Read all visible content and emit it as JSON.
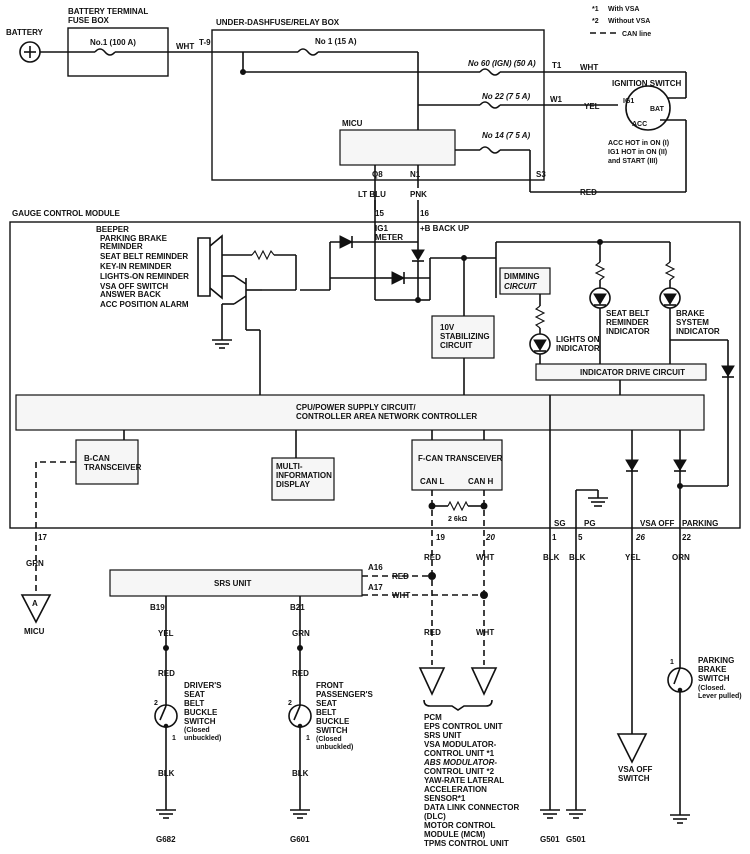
{
  "legend": {
    "star1": "*1",
    "with_vsa": "With VSA",
    "star2": "*2",
    "without_vsa": "Without VSA",
    "can_line": "CAN line"
  },
  "battery": {
    "label": "BATTERY"
  },
  "batt_fuse_box": {
    "title1": "BATTERY TERMINAL",
    "title2": "FUSE BOX",
    "fuse": "No.1 (100 A)"
  },
  "underdash": {
    "title": "UNDER-DASHFUSE/RELAY BOX",
    "fuse1": "No 1 (15 A)",
    "fuse60": "No 60 (IGN) (50 A)",
    "fuse22": "No 22 (7 5 A)",
    "fuse14": "No 14 (7 5 A)",
    "micu": "MICU",
    "t9": "T-9",
    "t1": "T1",
    "w1": "W1",
    "s3": "S3",
    "q8": "Q8",
    "n1": "N1"
  },
  "ign_switch": {
    "title": "IGNITION SWITCH",
    "ig1": "IG1",
    "bat": "BAT",
    "acc": "ACC",
    "note1": "ACC HOT in ON (I)",
    "note2": "IG1 HOT in ON (II)",
    "note3": "and START (III)"
  },
  "wires": {
    "wht1": "WHT",
    "wht2": "WHT",
    "yel": "YEL",
    "red": "RED",
    "ltblu": "LT BLU",
    "pnk": "PNK",
    "n15": "15",
    "n16": "16",
    "ig1meter1": "IG1",
    "ig1meter2": "METER",
    "backup": "+B BACK UP"
  },
  "gcm": {
    "title": "GAUGE CONTROL MODULE",
    "beeper": "BEEPER",
    "beeper_items": [
      "PARKING BRAKE",
      "REMINDER",
      "SEAT BELT REMINDER",
      "KEY-IN REMINDER",
      "LIGHTS-ON REMINDER",
      "VSA OFF SWITCH",
      "ANSWER BACK",
      "ACC POSITION ALARM"
    ],
    "dimming1": "DIMMING",
    "dimming2": "CIRCUIT",
    "stab1": "10V",
    "stab2": "STABILIZING",
    "stab3": "CIRCUIT",
    "lightson1": "LIGHTS ON",
    "lightson2": "INDICATOR",
    "seatbelt1": "SEAT BELT",
    "seatbelt2": "REMINDER",
    "seatbelt3": "INDICATOR",
    "brake1": "BRAKE",
    "brake2": "SYSTEM",
    "brake3": "INDICATOR",
    "drive": "INDICATOR DRIVE CIRCUIT",
    "cpu1": "CPU/POWER SUPPLY CIRCUIT/",
    "cpu2": "CONTROLLER AREA NETWORK CONTROLLER",
    "bcan1": "B-CAN",
    "bcan2": "TRANSCEIVER",
    "mid1": "MULTI-",
    "mid2": "INFORMATION",
    "mid3": "DISPLAY",
    "fcan": "F-CAN TRANSCEIVER",
    "canl": "CAN L",
    "canh": "CAN H",
    "res": "2 6kΩ",
    "sg": "SG",
    "pg": "PG",
    "vsaoff": "VSA OFF",
    "parking": "PARKING"
  },
  "pins": {
    "p17": "17",
    "p19": "19",
    "p20": "20",
    "p1": "1",
    "p5": "5",
    "p26": "26",
    "p22": "22"
  },
  "lower": {
    "grn": "GRN",
    "micu_conn": "A",
    "micu": "MICU",
    "srs": "SRS UNIT",
    "a16": "A16",
    "a17": "A17",
    "red": "RED",
    "wht": "WHT",
    "b19": "B19",
    "b21": "B21",
    "yel": "YEL",
    "red2": "RED",
    "blk": "BLK",
    "grn2": "GRN",
    "red3": "RED",
    "blk2": "BLK",
    "red4": "RED",
    "wht2": "WHT",
    "blk3": "BLK",
    "blk4": "BLK",
    "yel2": "YEL",
    "orn": "ORN",
    "drv": [
      "DRIVER'S",
      "SEAT",
      "BELT",
      "BUCKLE",
      "SWITCH",
      "(Closed",
      "unbuckled)"
    ],
    "pass": [
      "FRONT",
      "PASSENGER'S",
      "SEAT",
      "BELT",
      "BUCKLE",
      "SWITCH",
      "(Closed",
      "unbuckled)"
    ],
    "pin1": "1",
    "pin2": "2",
    "pin1b": "1",
    "pin2b": "2",
    "pin1c": "1",
    "pin1d": "1",
    "g682": "G682",
    "g601": "G601",
    "g501a": "G501",
    "g501b": "G501",
    "vsaswitch1": "VSA OFF",
    "vsaswitch2": "SWITCH",
    "pbs": [
      "PARKING",
      "BRAKE",
      "SWITCH",
      "(Closed.",
      "Lever pulled)"
    ],
    "ecus": [
      "PCM",
      "EPS CONTROL UNIT",
      "SRS UNIT",
      "VSA MODULATOR-",
      "CONTROL UNIT *1",
      "ABS MODULATOR-",
      "CONTROL UNIT *2",
      "YAW-RATE LATERAL",
      "ACCELERATION",
      "SENSOR*1",
      "DATA LINK CONNECTOR",
      "(DLC)",
      "MOTOR CONTROL",
      "MODULE (MCM)",
      "TPMS CONTROL UNIT"
    ]
  }
}
